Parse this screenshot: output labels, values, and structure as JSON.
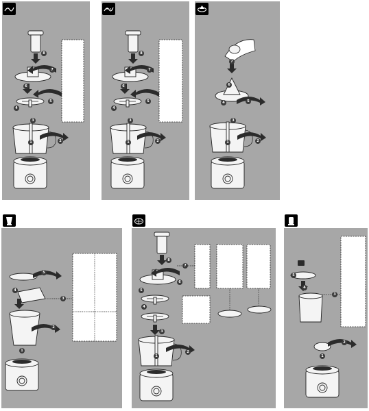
{
  "panels": [
    {
      "id": "panel-1",
      "icon": "slicing-disc-icon",
      "step_numbers": [
        "1",
        "2",
        "3",
        "4",
        "5",
        "6",
        "7",
        "8"
      ]
    },
    {
      "id": "panel-2",
      "icon": "shredding-disc-icon",
      "step_numbers": [
        "1",
        "2",
        "3",
        "4",
        "5",
        "6",
        "7",
        "8"
      ]
    },
    {
      "id": "panel-3",
      "icon": "citrus-press-icon",
      "step_numbers": [
        "1",
        "2",
        "3",
        "4",
        "5",
        "6",
        "7"
      ]
    },
    {
      "id": "panel-4",
      "icon": "blender-jar-icon",
      "step_numbers": [
        "1",
        "2",
        "3",
        "4",
        "5"
      ]
    },
    {
      "id": "panel-5",
      "icon": "dicing-kit-icon",
      "step_numbers": [
        "1",
        "2",
        "3",
        "4",
        "5",
        "6",
        "7",
        "8"
      ]
    },
    {
      "id": "panel-6",
      "icon": "grinder-icon",
      "step_numbers": [
        "1",
        "2",
        "3",
        "4",
        "5"
      ]
    }
  ],
  "colors": {
    "panel_bg": "#a7a7a7",
    "ink": "#2b2b2b",
    "page_bg": "#ffffff"
  }
}
